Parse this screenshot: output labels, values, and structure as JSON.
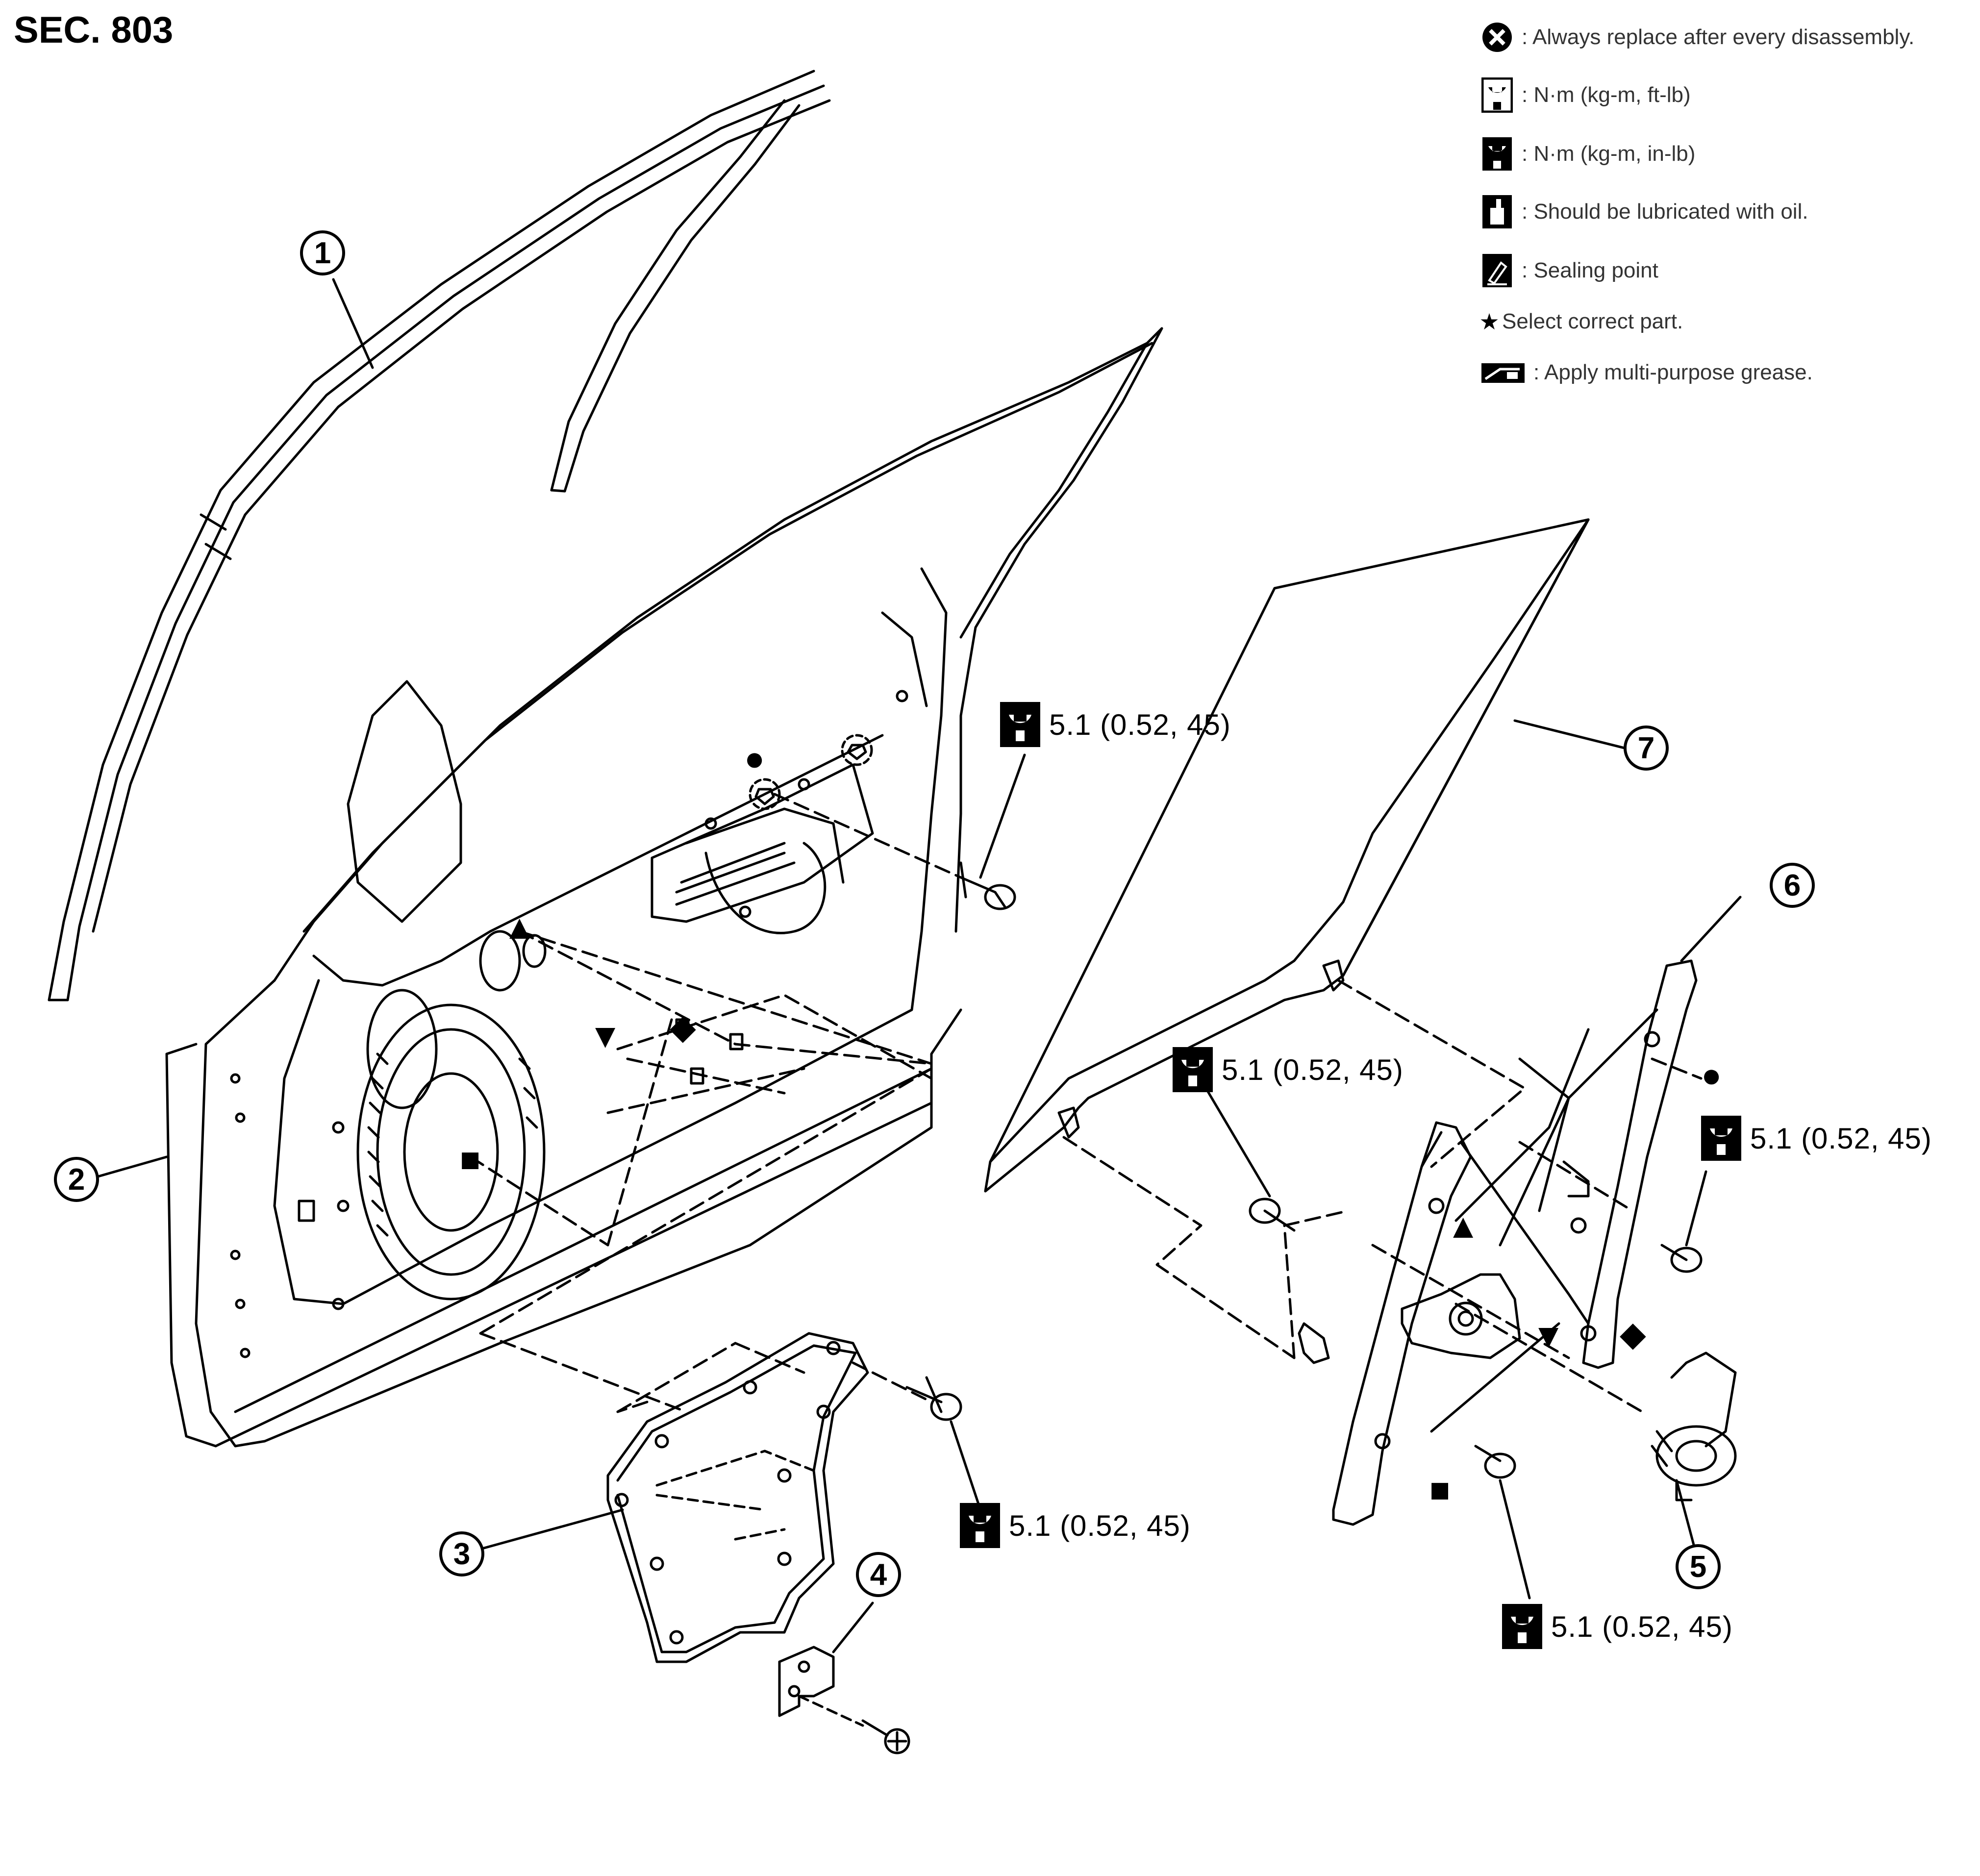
{
  "section": "SEC. 803",
  "legend": [
    {
      "icon": "always-replace-icon",
      "text": ": Always replace after every disassembly."
    },
    {
      "icon": "torque-ft-lb-icon",
      "text": ": N·m (kg-m, ft-lb)"
    },
    {
      "icon": "torque-in-lb-icon",
      "text": ": N·m (kg-m, in-lb)"
    },
    {
      "icon": "oil-can-icon",
      "text": ": Should be lubricated with oil."
    },
    {
      "icon": "sealing-point-icon",
      "text": ": Sealing point"
    },
    {
      "icon": "star-icon",
      "text": "Select correct part."
    },
    {
      "icon": "grease-icon",
      "text": ": Apply multi-purpose grease."
    }
  ],
  "torque_specs": [
    "5.1 (0.52, 45)",
    "5.1 (0.52, 45)",
    "5.1 (0.52, 45)",
    "5.1 (0.52, 45)",
    "5.1 (0.52, 45)"
  ],
  "callouts": [
    "1",
    "2",
    "3",
    "4",
    "5",
    "6",
    "7"
  ],
  "symbols": {
    "circle": "●",
    "triangle_up": "▲",
    "triangle_down": "▼",
    "diamond": "◆",
    "square": "■",
    "star": "★"
  }
}
